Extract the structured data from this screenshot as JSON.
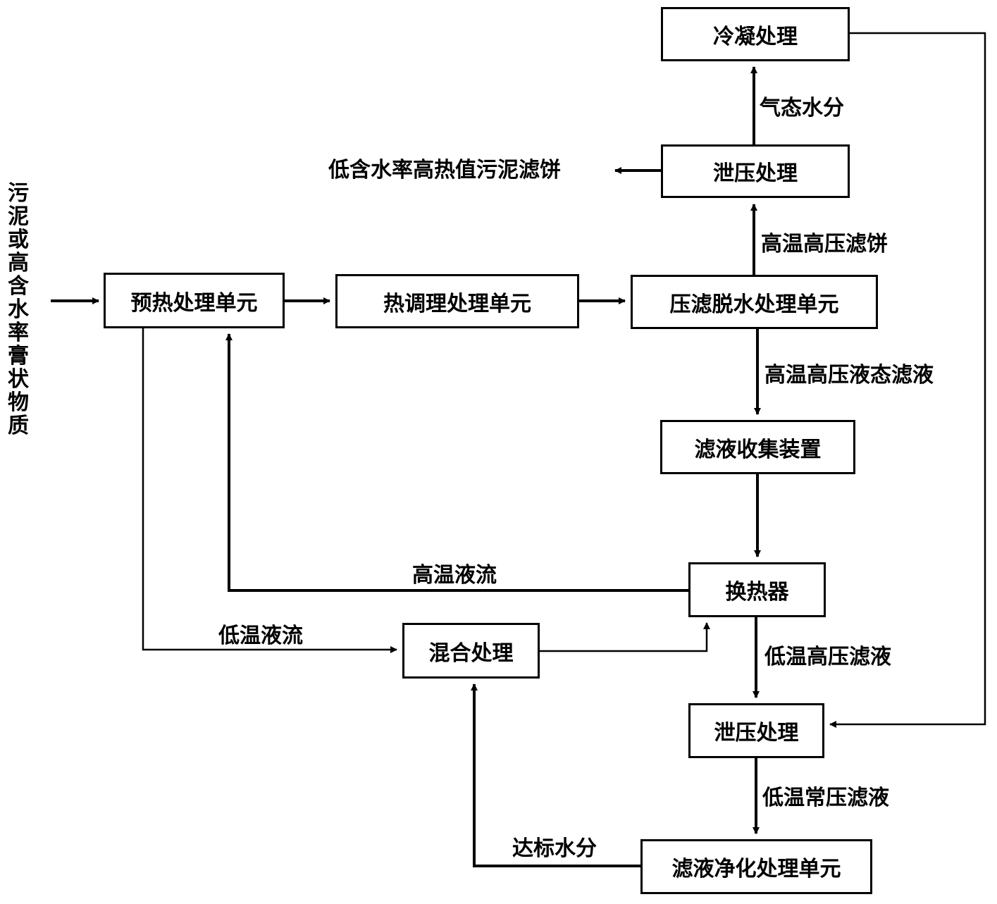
{
  "nodes": {
    "condensation": "冷凝处理",
    "depressurize_top": "泄压处理",
    "preheat": "预热处理单元",
    "thermal_conditioning": "热调理处理单元",
    "press_filter": "压滤脱水处理单元",
    "filtrate_collector": "滤液收集装置",
    "heat_exchanger": "换热器",
    "mixing": "混合处理",
    "depressurize_bottom": "泄压处理",
    "filtrate_purification": "滤液净化处理单元"
  },
  "labels": {
    "input_material": "污泥或高含水率膏状物质",
    "vapor": "气态水分",
    "output_cake": "低含水率高热值污泥滤饼",
    "hot_cake": "高温高压滤饼",
    "hot_filtrate": "高温高压液态滤液",
    "hot_stream": "高温液流",
    "cold_stream": "低温液流",
    "cool_hp_filtrate": "低温高压滤液",
    "cool_np_filtrate": "低温常压滤液",
    "compliant_water": "达标水分"
  }
}
